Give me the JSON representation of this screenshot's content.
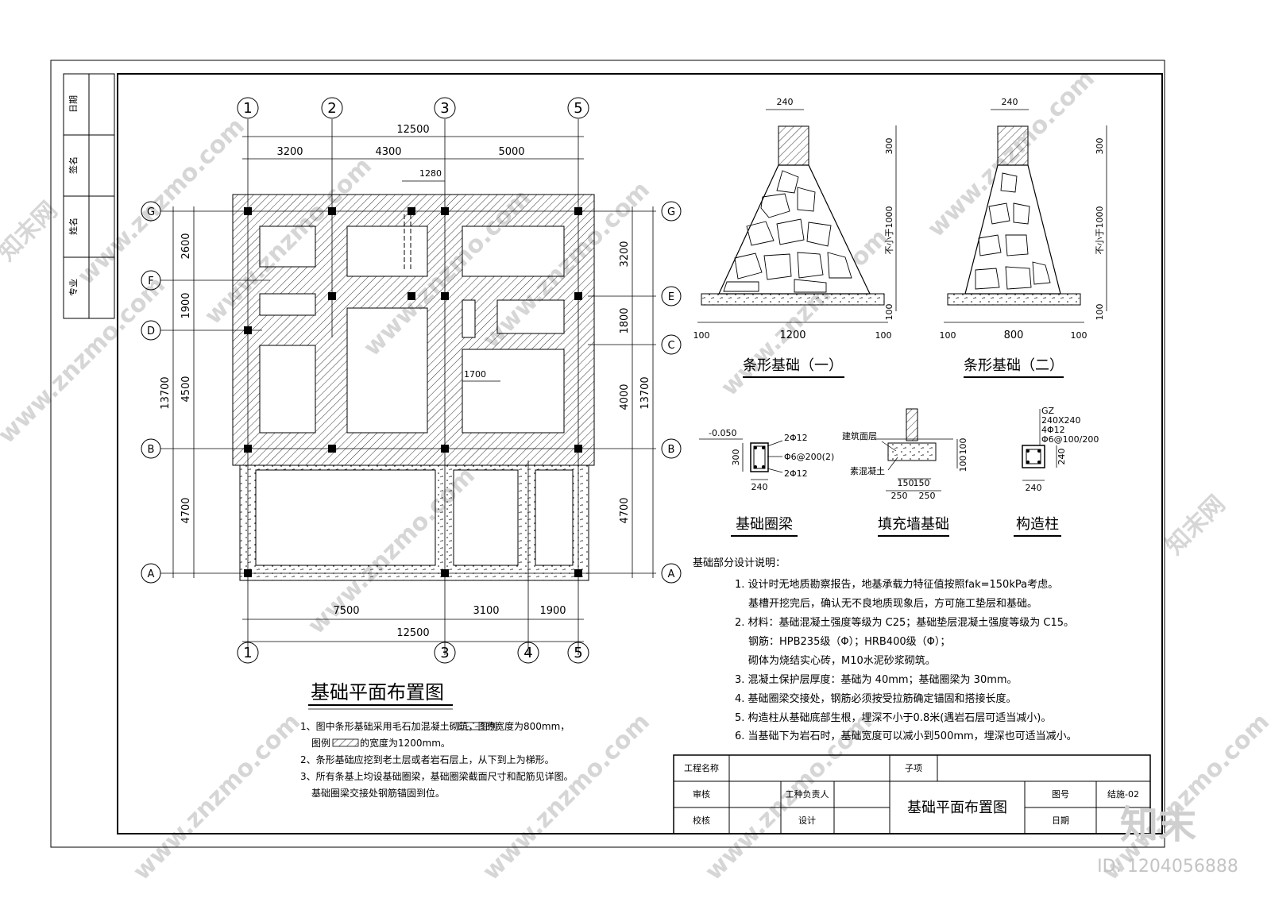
{
  "side_table": {
    "labels": [
      "日期",
      "签名",
      "姓名",
      "专业"
    ]
  },
  "plan": {
    "title": "基础平面布置图",
    "axes_top": [
      "1",
      "2",
      "3",
      "5"
    ],
    "axes_bottom": [
      "1",
      "3",
      "4",
      "5"
    ],
    "axes_left": [
      "G",
      "F",
      "D",
      "B",
      "A"
    ],
    "axes_right": [
      "G",
      "E",
      "C",
      "B",
      "A"
    ],
    "dims_top_total": "12500",
    "dims_top": [
      "3200",
      "4300",
      "5000"
    ],
    "dim_1280": "1280",
    "dim_1700": "1700",
    "dims_bottom": [
      "7500",
      "3100",
      "1900"
    ],
    "dims_bottom_total": "12500",
    "dims_left": [
      "2600",
      "1900",
      "4500",
      "4700"
    ],
    "dims_left_total": "13700",
    "dims_right": [
      "3200",
      "1800",
      "4000",
      "4700"
    ],
    "dims_right_total": "13700",
    "notes": [
      "1、图中条形基础采用毛石加混凝土砌筑，图例",
      "的宽度为800mm，",
      "图例",
      "的宽度为1200mm。",
      "2、条形基础应挖到老土层或者岩石层上，从下到上为梯形。",
      "3、所有条基上均设基础圈梁，基础圈梁截面尺寸和配筋见详图。",
      "基础圈梁交接处钢筋锚固到位。"
    ]
  },
  "footing1": {
    "title": "条形基础（一）",
    "top_w": "240",
    "h_top": "300",
    "h_mid": "不小于1000",
    "h_bot": "100",
    "w_left": "100",
    "w_mid": "1200",
    "w_right": "100"
  },
  "footing2": {
    "title": "条形基础（二）",
    "top_w": "240",
    "h_top": "300",
    "h_mid": "不小于1000",
    "h_bot": "100",
    "w_left": "100",
    "w_mid": "800",
    "w_right": "100"
  },
  "ring_beam": {
    "title": "基础圈梁",
    "elev": "-0.050",
    "top_bar": "2Φ12",
    "stirrup": "Φ6@200(2)",
    "bot_bar": "2Φ12",
    "h": "300",
    "w": "240"
  },
  "infill": {
    "title": "填充墙基础",
    "label1": "建筑面层",
    "label2": "素混凝土",
    "d1": "100",
    "d2": "100",
    "w1": "150",
    "w2": "150",
    "w3": "250",
    "w4": "250"
  },
  "column": {
    "title": "构造柱",
    "code": "GZ",
    "size": "240X240",
    "bars": "4Φ12",
    "stirrup": "Φ6@100/200",
    "h": "240",
    "w": "240"
  },
  "spec": {
    "heading": "基础部分设计说明：",
    "lines": [
      "1. 设计时无地质勘察报告，地基承载力特征值按照fak=150kPa考虑。",
      "基槽开挖完后，确认无不良地质现象后，方可施工垫层和基础。",
      "2. 材料：基础混凝土强度等级为 C25；基础垫层混凝土强度等级为 C15。",
      "钢筋：HPB235级（Φ）；HRB400级（Φ）；",
      "砌体为烧结实心砖，M10水泥砂浆砌筑。",
      "3. 混凝土保护层厚度：基础为 40mm；基础圈梁为 30mm。",
      "4. 基础圈梁交接处，钢筋必须按受拉筋确定锚固和搭接长度。",
      "5. 构造柱从基础底部生根，埋深不小于0.8米(遇岩石层可适当减小)。",
      "6. 当基础下为岩石时，基础宽度可以减小到500mm，埋深也可适当减小。"
    ]
  },
  "title_block": {
    "project": "工程名称",
    "subitem": "子项",
    "review": "审核",
    "trade": "工种负责人",
    "drawing_title": "基础平面布置图",
    "drawing_no_label": "图号",
    "drawing_no": "结施-02",
    "check": "校核",
    "design": "设计",
    "date": "日期"
  },
  "brand": {
    "logo": "知末",
    "id": "ID: 1204056888",
    "watermark": "www.znzmo.com",
    "watermark_cn": "知末网"
  }
}
